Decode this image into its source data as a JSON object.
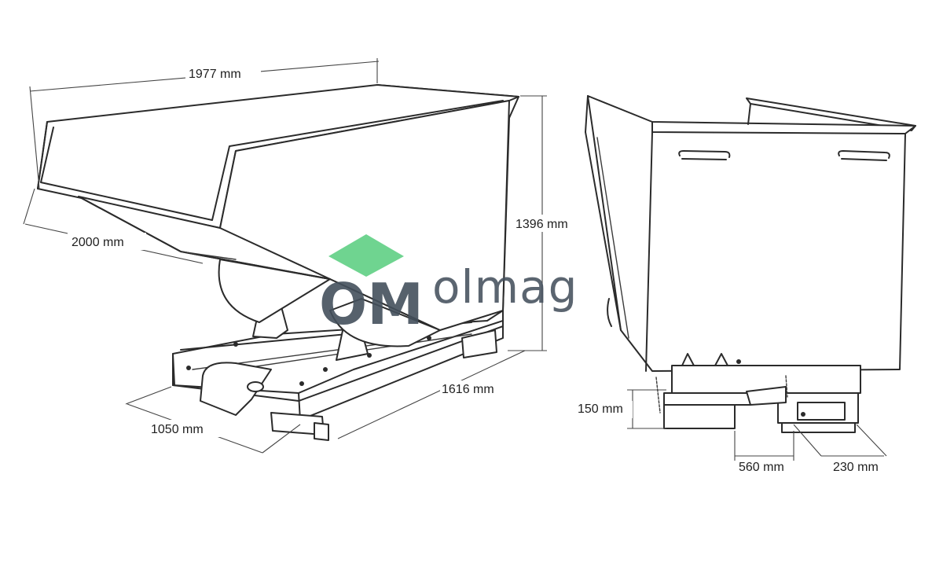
{
  "dimensions": {
    "top_length": "1977 mm",
    "overall_length": "2000 mm",
    "height": "1396 mm",
    "frame_length": "1616 mm",
    "frame_width": "1050 mm",
    "fork_pocket_height": "150 mm",
    "fork_pocket_spacing": "560 mm",
    "fork_pocket_width": "230 mm"
  },
  "logo": {
    "mark": "OM",
    "wordmark": "olmag",
    "accent_color": "#5fcf84",
    "text_color": "#44505c"
  }
}
